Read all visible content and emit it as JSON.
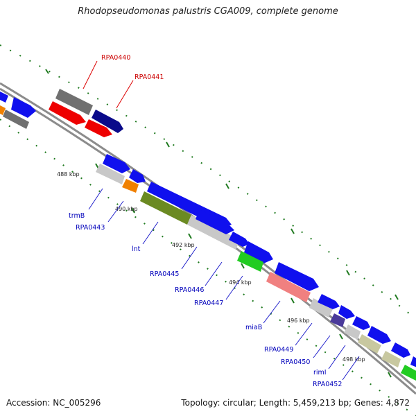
{
  "title": "Rhodopseudomonas palustris CGA009, complete genome",
  "footer": {
    "accession": "Accession: NC_005296",
    "summary": "Topology: circular; Length: 5,459,213 bp; Genes: 4,872"
  },
  "colors": {
    "backbone": "#8c8c8c",
    "tick": "#1f7a1f",
    "label_red": "#cc0000",
    "label_blue": "#0000bb",
    "label_line_red": "#dd0000",
    "label_line_blue": "#2222cc"
  },
  "kbp_labels": [
    "488 kbp",
    "490 kbp",
    "492 kbp",
    "494 kbp",
    "496 kbp",
    "498 kbp"
  ],
  "gene_labels_outer": [
    "RPA0440",
    "RPA0441"
  ],
  "gene_labels_inner": [
    "trmB",
    "RPA0443",
    "lnt",
    "RPA0445",
    "RPA0446",
    "RPA0447",
    "miaB",
    "RPA0449",
    "RPA0450",
    "rimI",
    "RPA0452"
  ]
}
